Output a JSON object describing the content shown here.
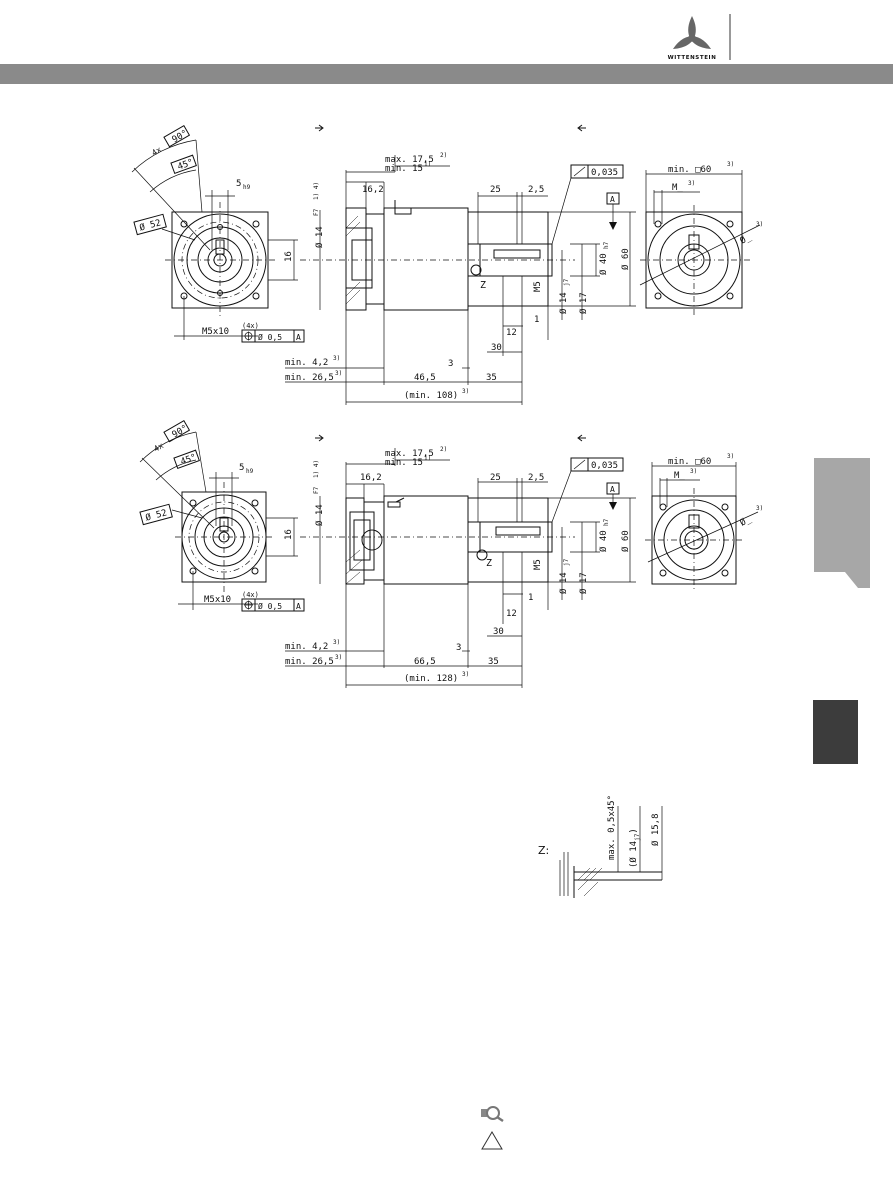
{
  "brand": {
    "name": "WITTENSTEIN",
    "color_bar": "#8a8a8a",
    "tab_light": "#a7a7a7",
    "tab_dark": "#3c3c3c"
  },
  "drawing1": {
    "angle_90": "90°",
    "angle_mult": "4x",
    "angle_45": "45°",
    "key_width": "5",
    "key_tol": "h9",
    "pcd": "Ø 52",
    "height_16": "16",
    "thread": "M5x10",
    "thread_count": "(4x)",
    "pos_tol": "Ø 0,5",
    "datum": "A",
    "max_len": "max. 17,5",
    "max_note": "2)",
    "min_len": "min. 15",
    "min_note": "1)",
    "d16_2": "16,2",
    "bore": "Ø 14",
    "bore_tol": "F7",
    "bore_note": "1) 4)",
    "d25": "25",
    "d2_5": "2,5",
    "runout": "0,035",
    "datum_a": "A",
    "dia40": "Ø 40",
    "dia40_tol": "h7",
    "dia60": "Ø 60",
    "m5": "M5",
    "shaft14": "Ø 14",
    "shaft14_tol": "j7",
    "dia17": "Ø 17",
    "z": "Z",
    "d12": "12",
    "d1": "1",
    "d30": "30",
    "d3": "3",
    "d35": "35",
    "min4_2": "min. 4,2",
    "min26_5": "min. 26,5",
    "note3": "3)",
    "d46_5": "46,5",
    "total": "(min. 108)",
    "total_note": "3)",
    "min_sq": "min. □60",
    "sq_note": "3)",
    "m_label": "M_",
    "m_note": "3)",
    "phi": "Ø_",
    "phi_note": "3)"
  },
  "drawing2": {
    "angle_90": "90°",
    "angle_mult": "4x",
    "angle_45": "45°",
    "key_width": "5",
    "key_tol": "h9",
    "pcd": "Ø 52",
    "height_16": "16",
    "thread": "M5x10",
    "thread_count": "(4x)",
    "pos_tol": "Ø 0,5",
    "datum": "A",
    "max_len": "max. 17,5",
    "max_note": "2)",
    "min_len": "min. 15",
    "min_note": "1)",
    "d16_2": "16,2",
    "bore": "Ø 14",
    "bore_tol": "F7",
    "bore_note": "1) 4)",
    "d25": "25",
    "d2_5": "2,5",
    "runout": "0,035",
    "datum_a": "A",
    "dia40": "Ø 40",
    "dia40_tol": "h7",
    "dia60": "Ø 60",
    "m5": "M5",
    "shaft14": "Ø 14",
    "shaft14_tol": "j7",
    "dia17": "Ø 17",
    "z": "Z",
    "d12": "12",
    "d1": "1",
    "d30": "30",
    "d3": "3",
    "d35": "35",
    "min4_2": "min. 4,2",
    "min26_5": "min. 26,5",
    "note3": "3)",
    "d46_5": "66,5",
    "total": "(min. 128)",
    "total_note": "3)",
    "min_sq": "min. □60",
    "sq_note": "3)",
    "m_label": "M_",
    "m_note": "3)",
    "phi": "Ø_",
    "phi_note": "3)"
  },
  "detail_z": {
    "label": "Z:",
    "chamfer": "max. 0,5x45°",
    "shaft": "(Ø 14",
    "shaft_tol": "j7",
    "shaft_close": ")",
    "dia": "Ø 15,8"
  }
}
